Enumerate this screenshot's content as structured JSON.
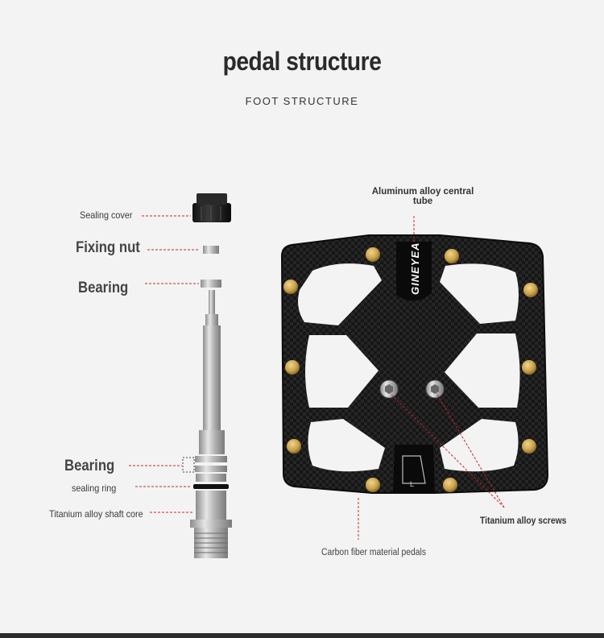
{
  "header": {
    "title": "pedal structure",
    "subtitle": "FOOT STRUCTURE"
  },
  "labels": {
    "sealing_cover": "Sealing cover",
    "fixing_nut": "Fixing nut",
    "bearing_top": "Bearing",
    "bearing_bottom": "Bearing",
    "sealing_ring": "sealing ring",
    "shaft_core": "Titanium alloy shaft core",
    "central_tube_line1": "Aluminum alloy central",
    "central_tube_line2": "tube",
    "screws": "Titanium alloy screws",
    "pedals": "Carbon fiber material pedals"
  },
  "brand": {
    "logo_text": "GINEYEA",
    "plate_letter": "L"
  },
  "colors": {
    "background": "#f3f3f3",
    "leader": "#c62828",
    "pedal_body": "#1b1b1b",
    "pin": "#c9a24a",
    "metal": "#bdbdbd"
  }
}
